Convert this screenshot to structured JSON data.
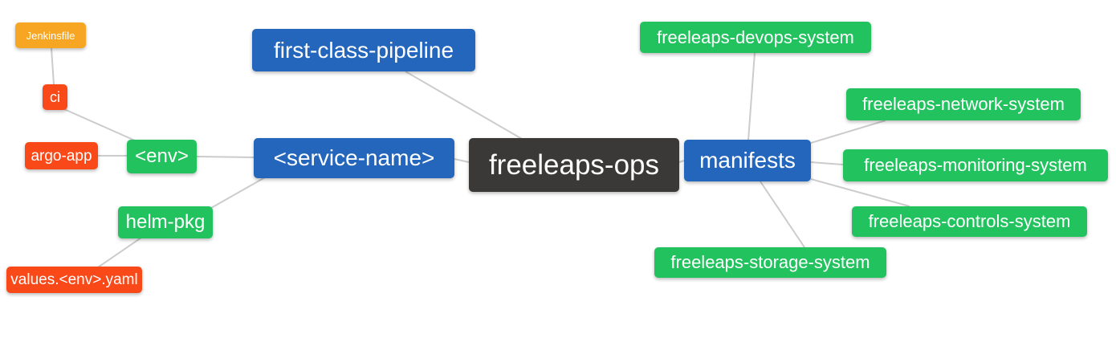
{
  "diagram": {
    "type": "mindmap",
    "root_label": "freeleaps-ops",
    "colors": {
      "blue": "#2366bb",
      "green": "#22c35f",
      "red": "#fa4919",
      "orange": "#f7a623",
      "dark": "#3b3938",
      "edge_line": "#cccccc",
      "text": "#ffffff",
      "background": "#ffffff"
    },
    "nodes": [
      {
        "id": "jenkinsfile",
        "label": "Jenkinsfile",
        "color": "orange"
      },
      {
        "id": "ci",
        "label": "ci",
        "color": "red"
      },
      {
        "id": "argo-app",
        "label": "argo-app",
        "color": "red"
      },
      {
        "id": "env",
        "label": "<env>",
        "color": "green"
      },
      {
        "id": "helm-pkg",
        "label": "helm-pkg",
        "color": "green"
      },
      {
        "id": "values-env-yaml",
        "label": "values.<env>.yaml",
        "color": "red"
      },
      {
        "id": "first-class-pipeline",
        "label": "first-class-pipeline",
        "color": "blue"
      },
      {
        "id": "service-name",
        "label": "<service-name>",
        "color": "blue"
      },
      {
        "id": "freeleaps-ops",
        "label": "freeleaps-ops",
        "color": "dark"
      },
      {
        "id": "manifests",
        "label": "manifests",
        "color": "blue"
      },
      {
        "id": "freeleaps-devops-system",
        "label": "freeleaps-devops-system",
        "color": "green"
      },
      {
        "id": "freeleaps-network-system",
        "label": "freeleaps-network-system",
        "color": "green"
      },
      {
        "id": "freeleaps-monitoring-system",
        "label": "freeleaps-monitoring-system",
        "color": "green"
      },
      {
        "id": "freeleaps-controls-system",
        "label": "freeleaps-controls-system",
        "color": "green"
      },
      {
        "id": "freeleaps-storage-system",
        "label": "freeleaps-storage-system",
        "color": "green"
      }
    ],
    "edges": [
      {
        "from": "jenkinsfile",
        "to": "ci"
      },
      {
        "from": "ci",
        "to": "env"
      },
      {
        "from": "argo-app",
        "to": "env"
      },
      {
        "from": "env",
        "to": "service-name"
      },
      {
        "from": "service-name",
        "to": "helm-pkg"
      },
      {
        "from": "helm-pkg",
        "to": "values-env-yaml"
      },
      {
        "from": "first-class-pipeline",
        "to": "freeleaps-ops"
      },
      {
        "from": "service-name",
        "to": "freeleaps-ops"
      },
      {
        "from": "freeleaps-ops",
        "to": "manifests"
      },
      {
        "from": "manifests",
        "to": "freeleaps-devops-system"
      },
      {
        "from": "manifests",
        "to": "freeleaps-network-system"
      },
      {
        "from": "manifests",
        "to": "freeleaps-monitoring-system"
      },
      {
        "from": "manifests",
        "to": "freeleaps-controls-system"
      },
      {
        "from": "manifests",
        "to": "freeleaps-storage-system"
      }
    ]
  }
}
